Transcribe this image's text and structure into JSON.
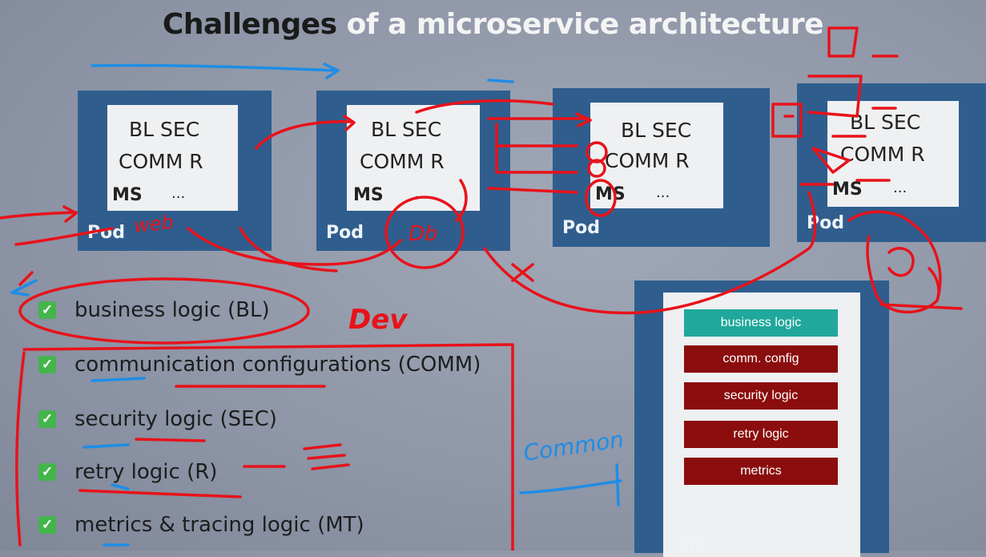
{
  "slide": {
    "title_dark": "Challenges",
    "title_light": " of a microservice architecture"
  },
  "pods": [
    {
      "bl_sec": "BL  SEC",
      "comm_r": "COMM   R",
      "ms": "MS",
      "dots": "...",
      "label": "Pod"
    },
    {
      "bl_sec": "BL  SEC",
      "comm_r": "COMM   R",
      "ms": "MS",
      "dots": "...",
      "label": "Pod"
    },
    {
      "bl_sec": "BL  SEC",
      "comm_r": "COMM   R",
      "ms": "MS",
      "dots": "...",
      "label": "Pod"
    },
    {
      "bl_sec": "BL  SEC",
      "comm_r": "COMM   R",
      "ms": "MS",
      "dots": "...",
      "label": "Pod"
    }
  ],
  "checklist": [
    {
      "check": "✓",
      "label": "business logic (BL)"
    },
    {
      "check": "✓",
      "label": "communication configurations (COMM)"
    },
    {
      "check": "✓",
      "label": "security logic (SEC)"
    },
    {
      "check": "✓",
      "label": "retry logic (R)"
    },
    {
      "check": "✓",
      "label": "metrics & tracing logic (MT)"
    }
  ],
  "ms_panel": {
    "bars": [
      "business logic",
      "comm. config",
      "security logic",
      "retry logic",
      "metrics"
    ],
    "label": "MS"
  },
  "annotations": {
    "web": "web",
    "db": "Db",
    "dev": "Dev",
    "common": "Common",
    "colors": {
      "red_ink": "#e8121a",
      "blue_ink": "#1e8de6"
    }
  }
}
